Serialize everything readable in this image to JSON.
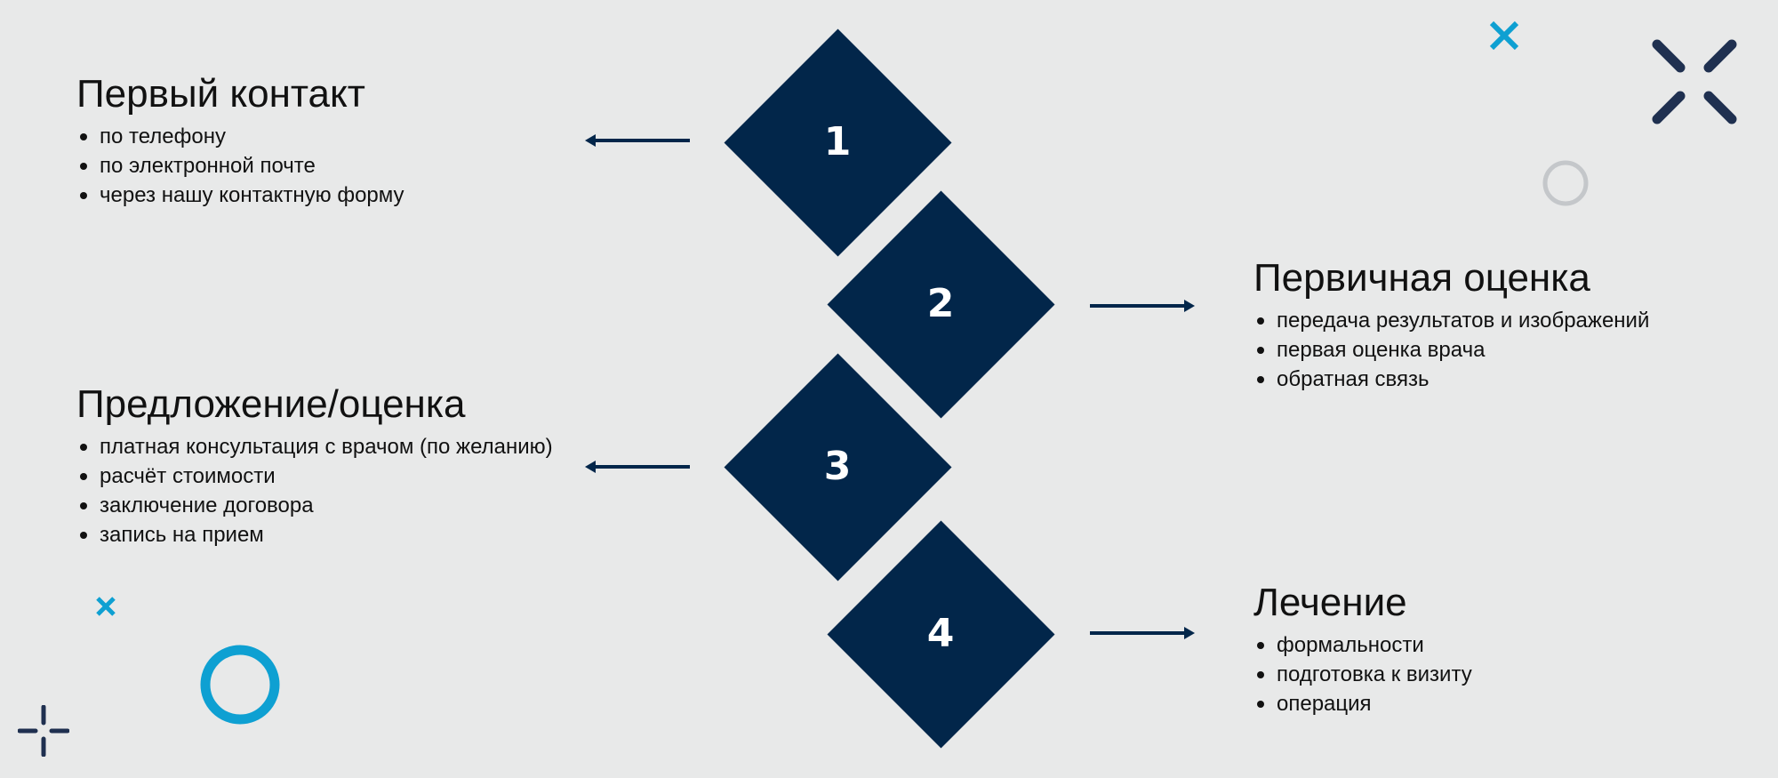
{
  "steps": [
    {
      "number": "1",
      "title": "Первый контакт",
      "items": [
        "по телефону",
        "по электронной почте",
        "через нашу контактную форму"
      ]
    },
    {
      "number": "2",
      "title": "Первичная оценка",
      "items": [
        "передача результатов и изображений",
        "первая оценка врача",
        "обратная связь"
      ]
    },
    {
      "number": "3",
      "title": "Предложение/оценка",
      "items": [
        "платная консультация с врачом (по желанию)",
        "расчёт стоимости",
        "заключение договора",
        "запись на прием"
      ]
    },
    {
      "number": "4",
      "title": "Лечение",
      "items": [
        "формальности",
        "подготовка к визиту",
        "операция"
      ]
    }
  ],
  "colors": {
    "background": "#e8e9e9",
    "diamond": "#02264a",
    "accent_blue": "#0ea0d2",
    "light_gray": "#c4c7ca"
  },
  "decorations": [
    "cross-icon",
    "cross-icon",
    "ring-icon",
    "ring-icon",
    "sparkle-icon"
  ]
}
